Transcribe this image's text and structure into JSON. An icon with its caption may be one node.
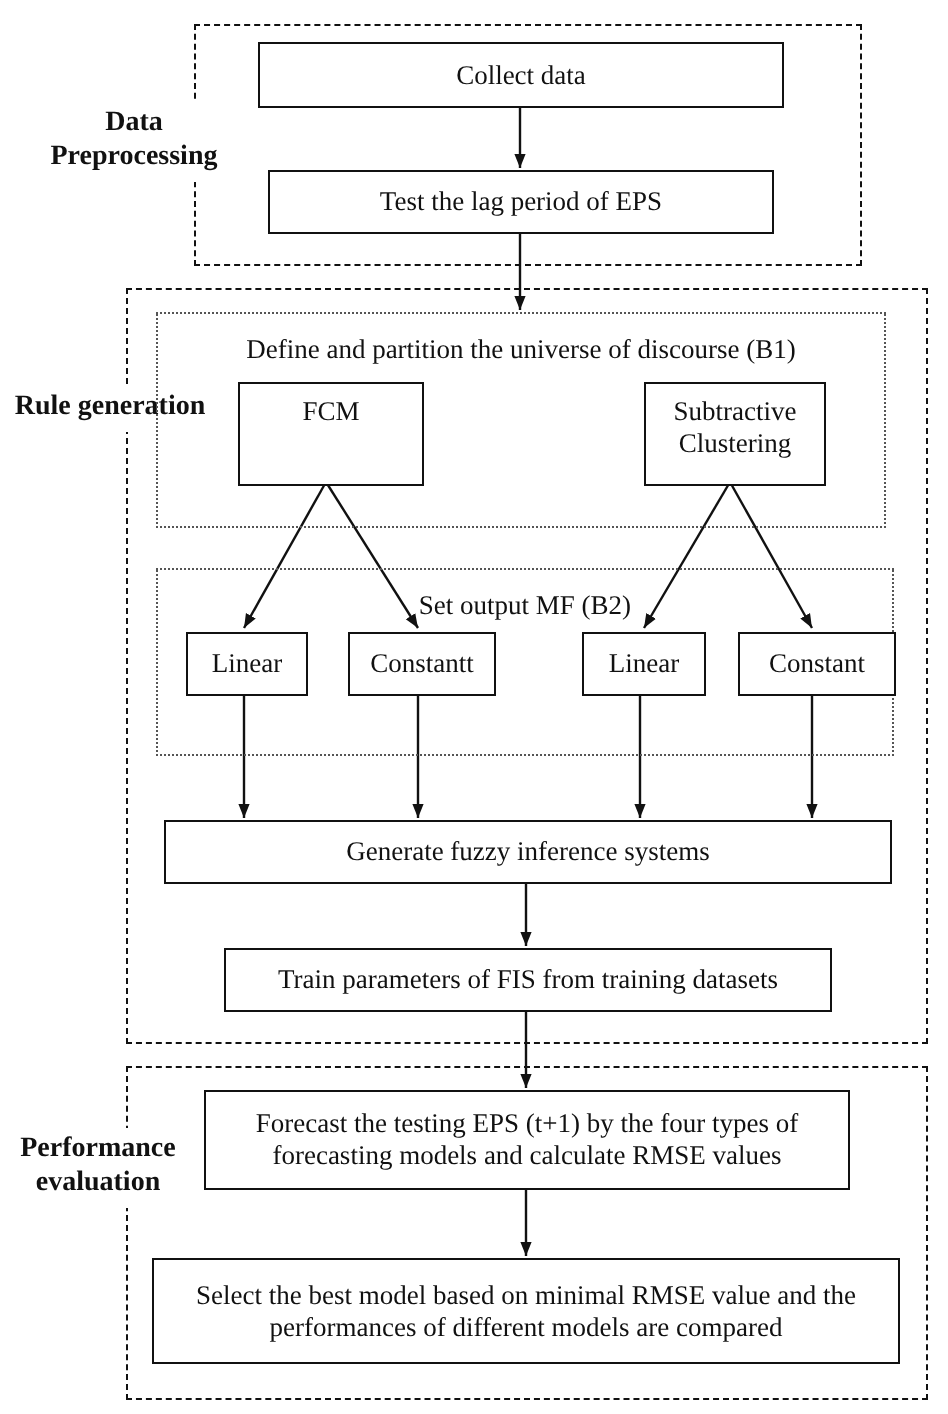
{
  "diagram": {
    "nodes": [
      {
        "text": [
          "Data Preprocessing"
        ]
      },
      {
        "text": [
          "Collect data"
        ],
        "in": 0
      },
      {
        "text": [
          "Test the lag period of EPS"
        ],
        "in": 0
      },
      {
        "text": [
          "Rule generation"
        ]
      },
      {
        "text": [
          "Define and partition the universe of discourse (B1)"
        ],
        "in": 3
      },
      {
        "text": [
          "FCM"
        ],
        "in": 4
      },
      {
        "text": [
          "Subtractive Clustering"
        ],
        "in": 4
      },
      {
        "text": [
          "Set output MF (B2)"
        ],
        "in": 3
      },
      {
        "text": [
          "Linear"
        ],
        "in": 7
      },
      {
        "text": [
          "Constantt"
        ],
        "in": 7
      },
      {
        "text": [
          "Linear"
        ],
        "in": 7
      },
      {
        "text": [
          "Constant"
        ],
        "in": 7
      },
      {
        "text": [
          "Generate fuzzy inference systems"
        ],
        "in": 3
      },
      {
        "text": [
          "Train parameters of FIS from training datasets"
        ],
        "in": 3
      },
      {
        "text": [
          "Performance evaluation"
        ]
      },
      {
        "text": [
          "Forecast the testing EPS (t+1) by the four types of forecasting models and calculate RMSE values"
        ],
        "in": 14
      },
      {
        "text": [
          "Select the best model based on minimal RMSE value and the performances of different models are compared"
        ],
        "in": 14
      }
    ],
    "edges": [
      {
        "from": 1,
        "to": 2,
        "arrow": "to"
      },
      {
        "from": 2,
        "to": 4,
        "arrow": "to"
      },
      {
        "from": 5,
        "to": 8,
        "arrow": "to"
      },
      {
        "from": 5,
        "to": 9,
        "arrow": "to"
      },
      {
        "from": 6,
        "to": 10,
        "arrow": "to"
      },
      {
        "from": 6,
        "to": 11,
        "arrow": "to"
      },
      {
        "from": 8,
        "to": 12,
        "arrow": "to"
      },
      {
        "from": 9,
        "to": 12,
        "arrow": "to"
      },
      {
        "from": 10,
        "to": 12,
        "arrow": "to"
      },
      {
        "from": 11,
        "to": 12,
        "arrow": "to"
      },
      {
        "from": 12,
        "to": 13,
        "arrow": "to"
      },
      {
        "from": 13,
        "to": 15,
        "arrow": "to"
      },
      {
        "from": 15,
        "to": 16,
        "arrow": "to"
      }
    ]
  }
}
